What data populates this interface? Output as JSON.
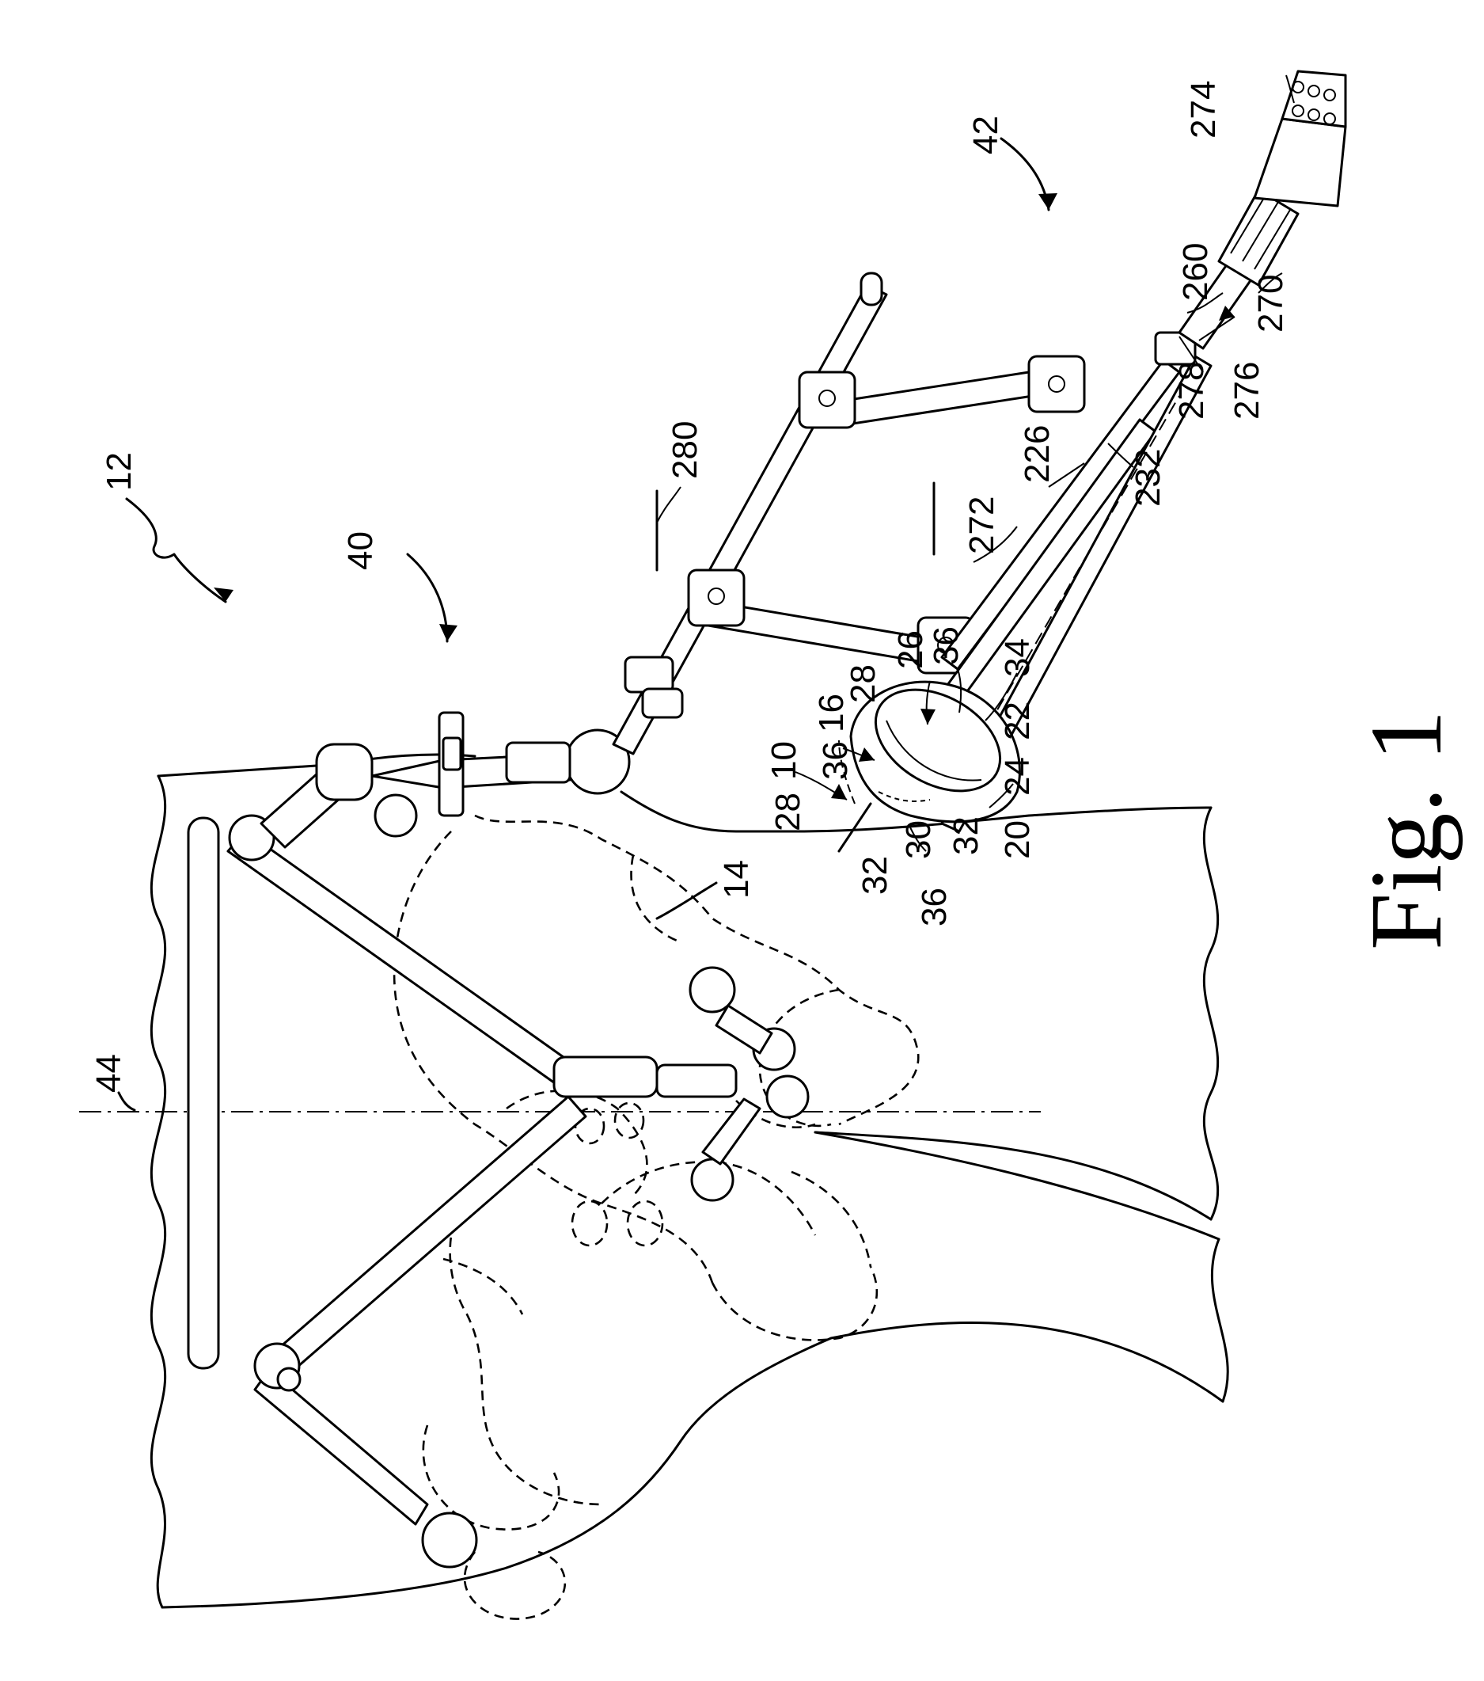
{
  "figure_caption": "Fig. 1",
  "labels": {
    "l12": "12",
    "l40": "40",
    "l42": "42",
    "l44": "44",
    "l14": "14",
    "l10": "10",
    "l16": "16",
    "l20": "20",
    "l22": "22",
    "l24": "24",
    "l26": "26",
    "l28a": "28",
    "l28b": "28",
    "l30": "30",
    "l32a": "32",
    "l32b": "32",
    "l34": "34",
    "l36a": "36",
    "l36b": "36",
    "l36c": "36",
    "l226": "226",
    "l232": "232",
    "l260": "260",
    "l270": "270",
    "l272": "272",
    "l274": "274",
    "l276": "276",
    "l278": "278",
    "l280": "280"
  },
  "colors": {
    "ink": "#000000",
    "paper": "#ffffff"
  }
}
